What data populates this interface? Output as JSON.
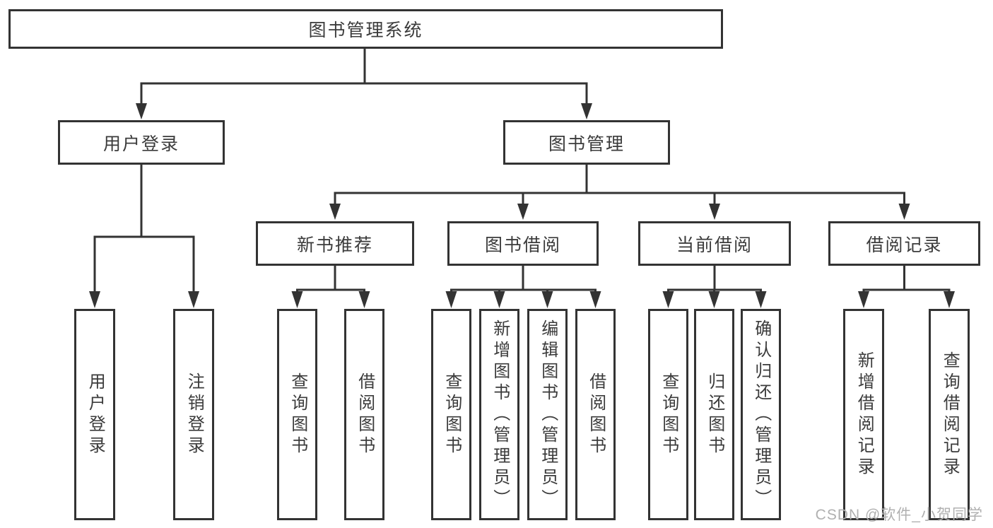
{
  "diagram": {
    "title": "图书管理系统",
    "colors": {
      "line": "#333333",
      "box_border": "#333333",
      "text": "#3b3b3b",
      "background": "#ffffff",
      "watermark": "#b0b0b0"
    },
    "root": {
      "label": "图书管理系统",
      "children": [
        {
          "label": "用户登录",
          "children": [
            {
              "label": "用户登录"
            },
            {
              "label": "注销登录"
            }
          ]
        },
        {
          "label": "图书管理",
          "children": [
            {
              "label": "新书推荐",
              "children": [
                {
                  "label": "查询图书"
                },
                {
                  "label": "借阅图书"
                }
              ]
            },
            {
              "label": "图书借阅",
              "children": [
                {
                  "label": "查询图书"
                },
                {
                  "label": "新增图书（管理员）"
                },
                {
                  "label": "编辑图书（管理员）"
                },
                {
                  "label": "借阅图书"
                }
              ]
            },
            {
              "label": "当前借阅",
              "children": [
                {
                  "label": "查询图书"
                },
                {
                  "label": "归还图书"
                },
                {
                  "label": "确认归还（管理员）"
                }
              ]
            },
            {
              "label": "借阅记录",
              "children": [
                {
                  "label": "新增借阅记录"
                },
                {
                  "label": "查询借阅记录"
                }
              ]
            }
          ]
        }
      ]
    },
    "watermark": "CSDN @软件_小贺同学"
  }
}
